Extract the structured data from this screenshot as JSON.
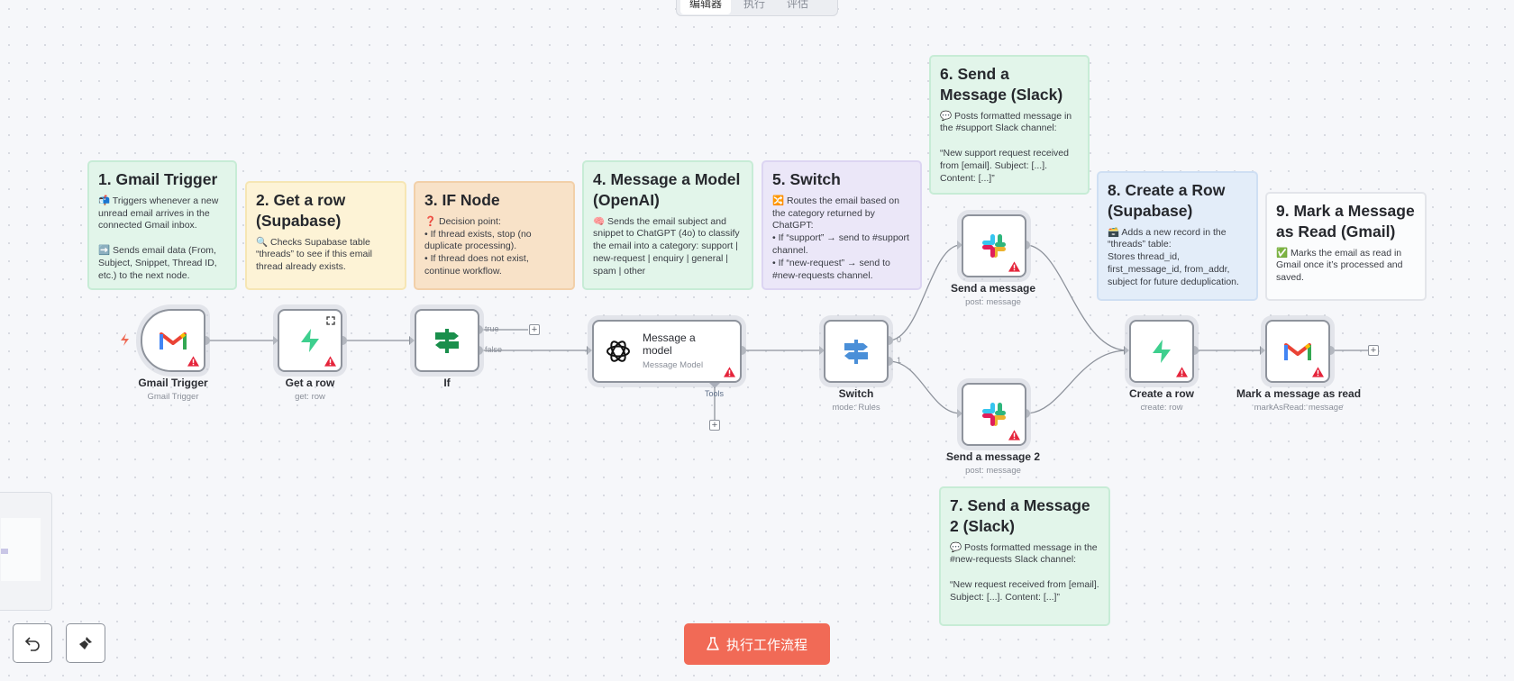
{
  "top_tabs": [
    {
      "label": "编辑器"
    },
    {
      "label": "执行"
    },
    {
      "label": "评估"
    }
  ],
  "notes": [
    {
      "title": "1. Gmail Trigger",
      "body": "📬 Triggers whenever a new unread email arrives in the connected Gmail inbox.\n\n➡️ Sends email data (From, Subject, Snippet, Thread ID, etc.) to the next node."
    },
    {
      "title": "2. Get a row (Supabase)",
      "body": "🔍 Checks Supabase table “threads” to see if this email thread already exists."
    },
    {
      "title": "3. IF Node",
      "body": "❓ Decision point:\n• If thread exists, stop (no duplicate processing).\n• If thread does not exist, continue workflow."
    },
    {
      "title": "4. Message a Model (OpenAI)",
      "body": "🧠 Sends the email subject and snippet to ChatGPT (4o) to classify the email into a category: support | new-request | enquiry | general | spam | other"
    },
    {
      "title": "5. Switch",
      "body": "🔀 Routes the email based on the category returned by ChatGPT:\n• If “support” → send to #support channel.\n• If “new-request” → send to #new-requests channel."
    },
    {
      "title": "6. Send a Message (Slack)",
      "body": "💬 Posts formatted message in the #support Slack channel:\n\n“New support request received from [email]. Subject: [...]. Content: [...]”"
    },
    {
      "title": "7. Send a Message 2 (Slack)",
      "body": "💬 Posts formatted message in the #new-requests Slack channel:\n\n“New request received from [email]. Subject: [...]. Content: [...]”"
    },
    {
      "title": "8. Create a Row (Supabase)",
      "body": "🗃️ Adds a new record in the “threads” table:\nStores thread_id, first_message_id, from_addr, subject for future deduplication."
    },
    {
      "title": "9. Mark a Message as Read (Gmail)",
      "body": "✅ Marks the email as read in Gmail once it’s processed and saved."
    }
  ],
  "nodes": [
    {
      "name": "Gmail Trigger",
      "sub": "Gmail Trigger",
      "icon": "gmail-icon"
    },
    {
      "name": "Get a row",
      "sub": "get: row",
      "icon": "supabase-icon"
    },
    {
      "name": "If",
      "sub": "",
      "icon": "if-icon"
    },
    {
      "name": "Message a model",
      "sub": "Message Model",
      "icon": "openai-icon"
    },
    {
      "name": "Switch",
      "sub": "mode: Rules",
      "icon": "switch-icon"
    },
    {
      "name": "Send a message",
      "sub": "post: message",
      "icon": "slack-icon"
    },
    {
      "name": "Send a message 2",
      "sub": "post: message",
      "icon": "slack-icon"
    },
    {
      "name": "Create a row",
      "sub": "create: row",
      "icon": "supabase-icon"
    },
    {
      "name": "Mark a message as read",
      "sub": "markAsRead: message",
      "icon": "gmail-icon"
    }
  ],
  "ports": {
    "true_label": "true",
    "false_label": "false",
    "switch_out0": "0",
    "switch_out1": "1",
    "tools_label": "Tools"
  },
  "run_button": {
    "label": "执行工作流程",
    "icon": "flask-icon"
  },
  "colors": {
    "accent": "#f16a56",
    "note_green": "#e2f5ea",
    "note_yellow": "#fdf3d6",
    "note_orange": "#f8e2c8",
    "note_purple": "#ebe7f8",
    "note_blue": "#e3edf9",
    "warning": "#e5243b"
  }
}
